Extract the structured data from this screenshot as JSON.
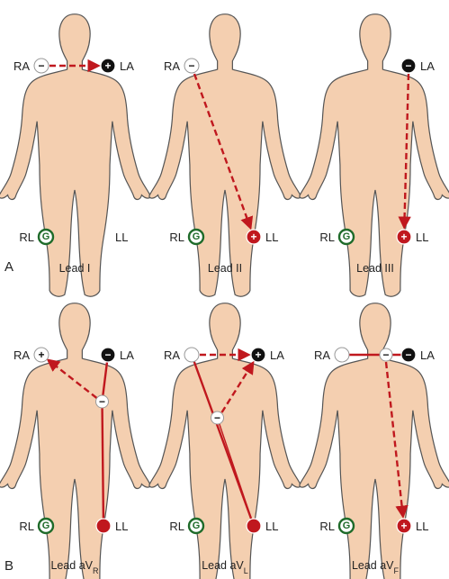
{
  "panels": {
    "a": "A",
    "b": "B"
  },
  "electrode_labels": {
    "ra": "RA",
    "la": "LA",
    "rl": "RL",
    "ll": "LL"
  },
  "symbols": {
    "plus": "+",
    "minus": "−",
    "ground": "G"
  },
  "leads": [
    {
      "caption": "Lead I",
      "sub": ""
    },
    {
      "caption": "Lead II",
      "sub": ""
    },
    {
      "caption": "Lead III",
      "sub": ""
    },
    {
      "caption": "Lead aV",
      "sub": "R"
    },
    {
      "caption": "Lead aV",
      "sub": "L"
    },
    {
      "caption": "Lead aV",
      "sub": "F"
    }
  ],
  "colors": {
    "skin": "#f4cfb0",
    "outline": "#555555",
    "arrow": "#c0181e",
    "positive": "#c0181e",
    "negative": "#111111",
    "ground": "#1f6b2a"
  }
}
